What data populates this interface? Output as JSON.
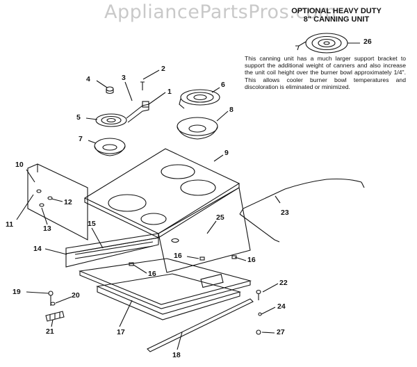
{
  "watermark": "AppliancePartsPros.com",
  "optional_unit": {
    "title_line1": "OPTIONAL HEAVY DUTY",
    "title_line2": "8\" CANNING UNIT",
    "part_number": "26"
  },
  "note": "This canning unit has a much larger support bracket to support the additional weight of canners and also increase the unit coil height over the burner bowl approximately 1/4\". This allows cooler burner bowl temperatures and discoloration is eliminated or minimized.",
  "callouts": {
    "p1": "1",
    "p2": "2",
    "p3": "3",
    "p4": "4",
    "p5": "5",
    "p6": "6",
    "p7": "7",
    "p8": "8",
    "p9": "9",
    "p10": "10",
    "p11": "11",
    "p12": "12",
    "p13": "13",
    "p14": "14",
    "p15": "15",
    "p16a": "16",
    "p16b": "16",
    "p16c": "16",
    "p17": "17",
    "p18": "18",
    "p19": "19",
    "p20": "20",
    "p21": "21",
    "p22": "22",
    "p23": "23",
    "p24": "24",
    "p25": "25",
    "p27": "27"
  }
}
